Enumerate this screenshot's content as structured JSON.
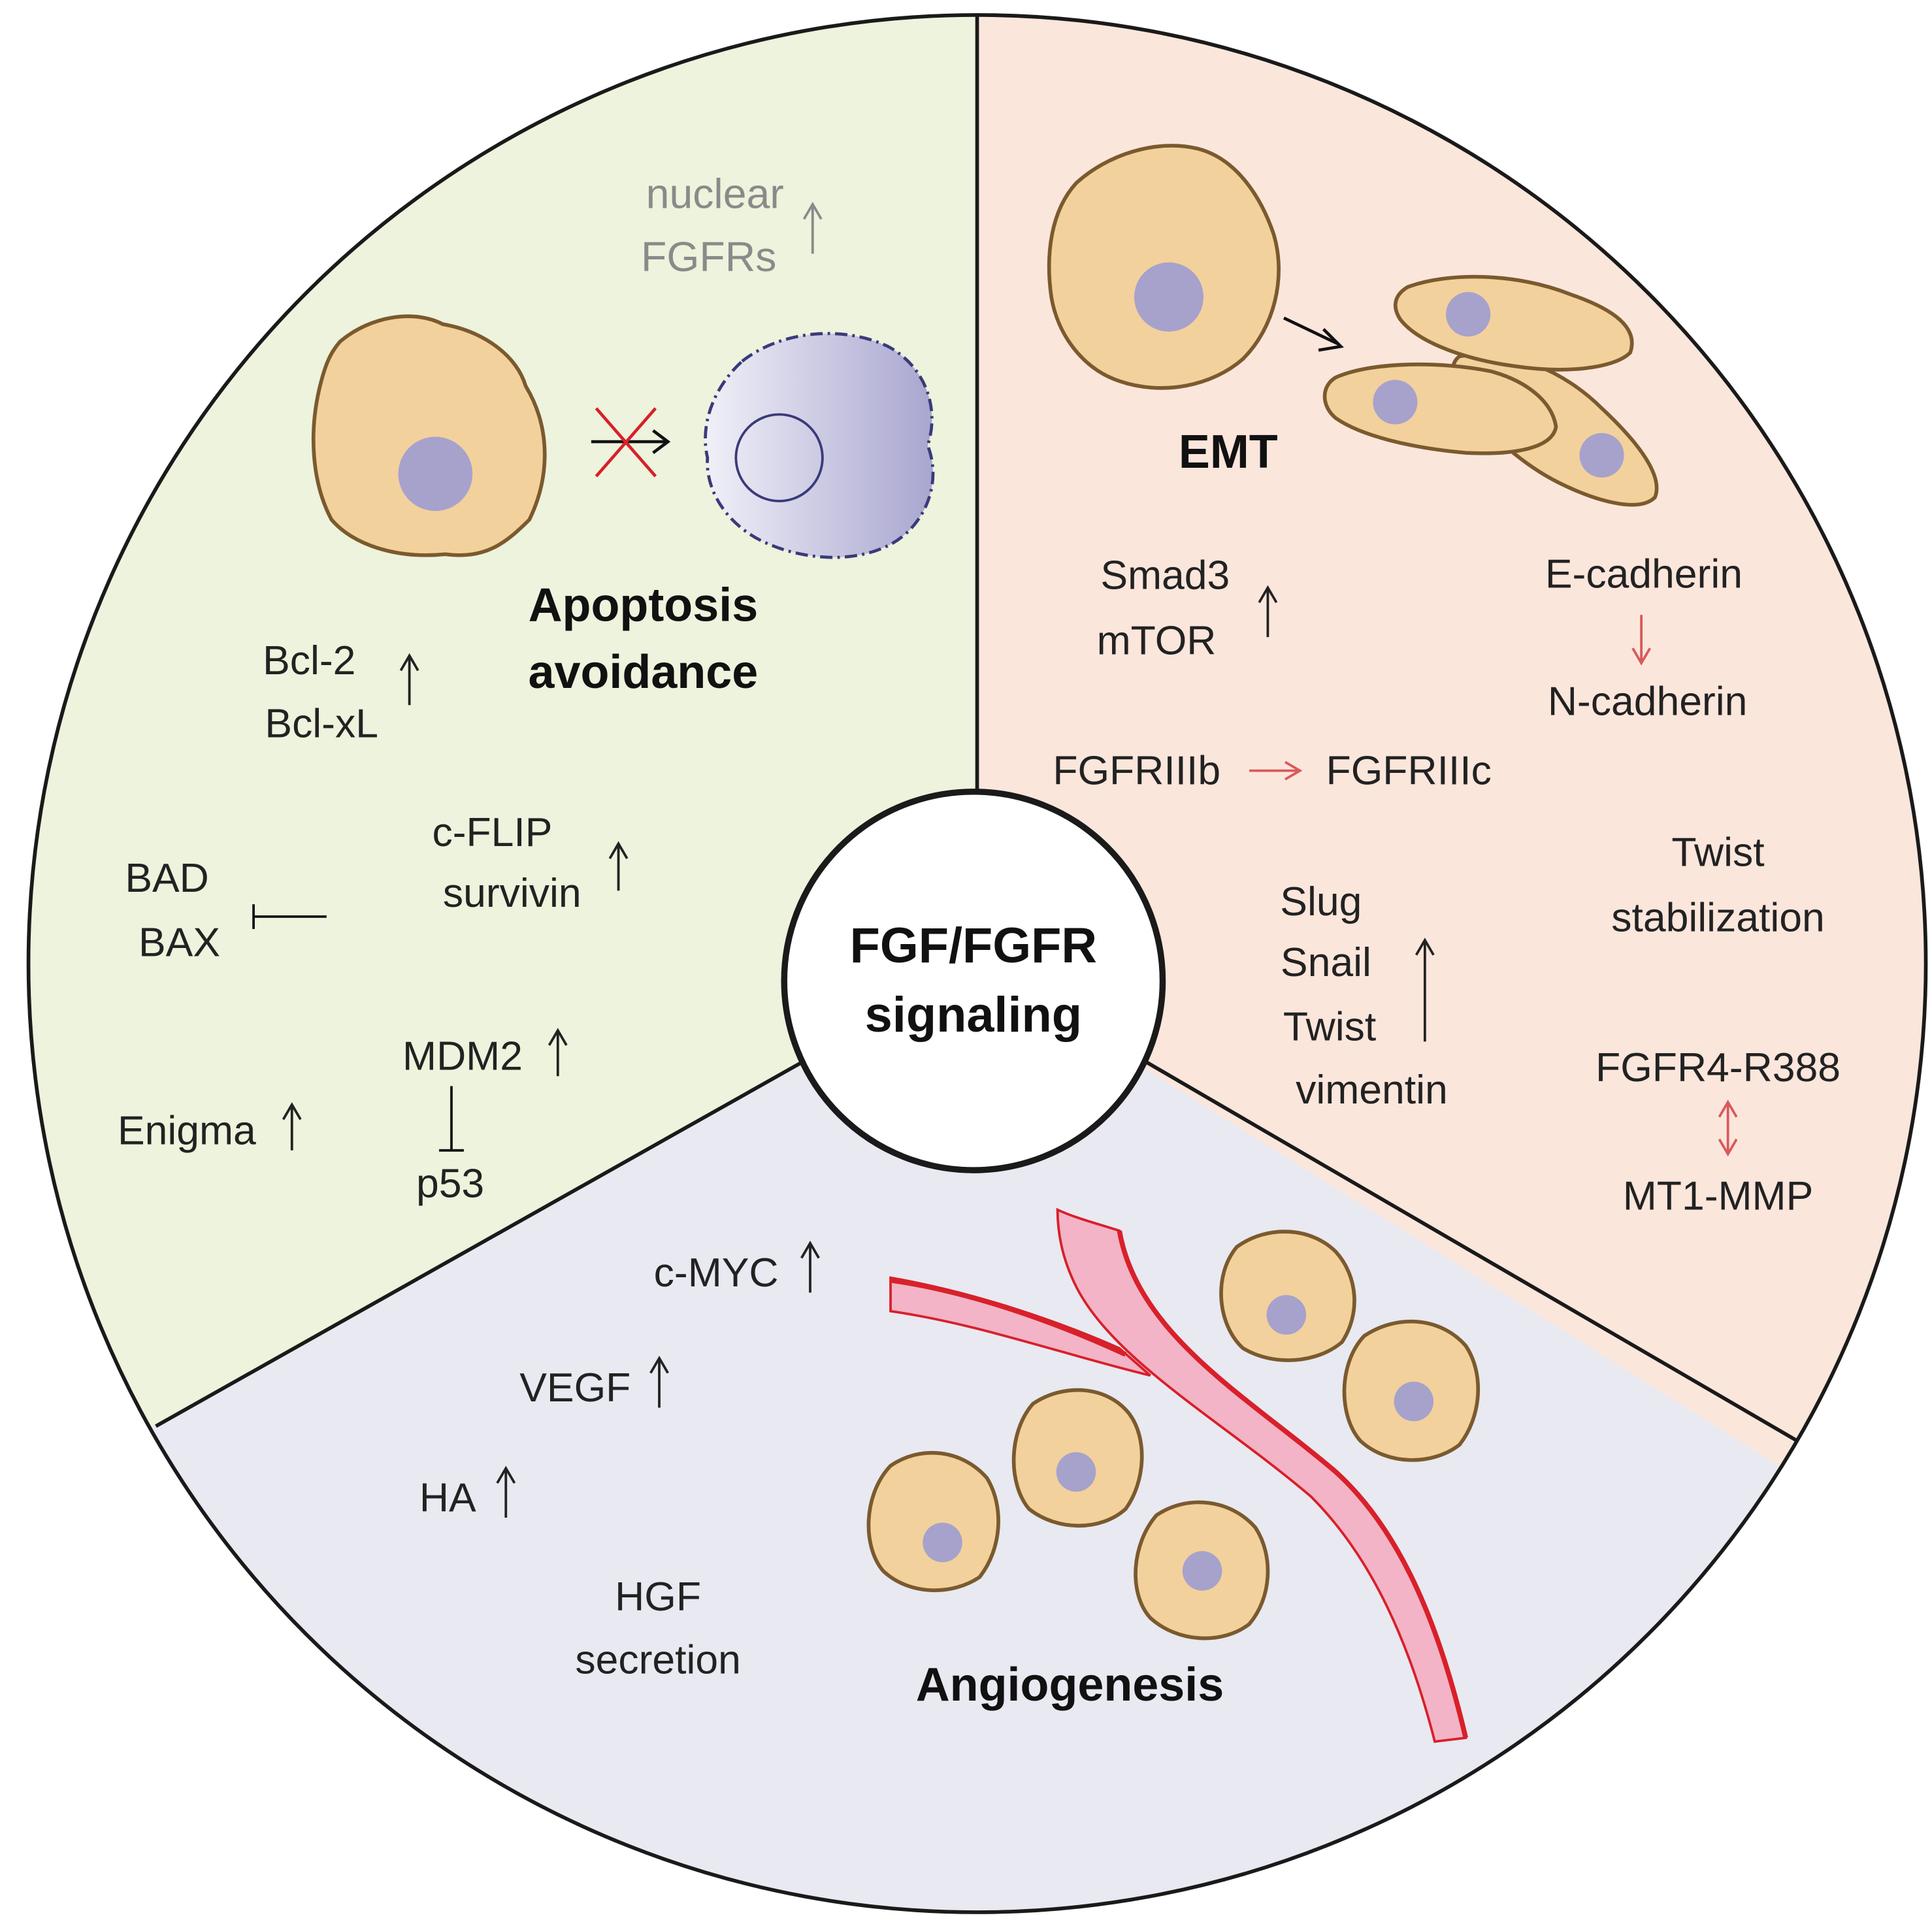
{
  "center": {
    "line1": "FGF/FGFR",
    "line2": "signaling"
  },
  "colors": {
    "apoptosis_bg": "#edf3dc",
    "emt_bg": "#fbe6dc",
    "angiogenesis_bg": "#e8e9f1",
    "cell_fill": "#f3d19c",
    "cell_stroke": "#7a5a2e",
    "nucleus_fill": "#a6a2cc",
    "vessel_fill": "#f2b4c6",
    "vessel_stroke": "#d8202a",
    "arrow_red": "#d95a5a",
    "cross_red": "#d8202a"
  },
  "apoptosis": {
    "title_line1": "Apoptosis",
    "title_line2": "avoidance",
    "nuclear_line1": "nuclear",
    "nuclear_line2": "FGFRs",
    "bcl_line1": "Bcl-2",
    "bcl_line2": "Bcl-xL",
    "bad": "BAD",
    "bax": "BAX",
    "cflip": "c-FLIP",
    "survivin": "survivin",
    "mdm2": "MDM2",
    "p53": "p53",
    "enigma": "Enigma"
  },
  "emt": {
    "title": "EMT",
    "smad3": "Smad3",
    "mtor": "mTOR",
    "ecadherin": "E-cadherin",
    "ncadherin": "N-cadherin",
    "fgfr3b": "FGFRIIIb",
    "fgfr3c": "FGFRIIIc",
    "slug": "Slug",
    "snail": "Snail",
    "twist": "Twist",
    "vimentin": "vimentin",
    "twist_stab_line1": "Twist",
    "twist_stab_line2": "stabilization",
    "fgfr4": "FGFR4-R388",
    "mt1mmp": "MT1-MMP"
  },
  "angiogenesis": {
    "title": "Angiogenesis",
    "cmyc": "c-MYC",
    "vegf": "VEGF",
    "ha": "HA",
    "hgf_line1": "HGF",
    "hgf_line2": "secretion"
  }
}
